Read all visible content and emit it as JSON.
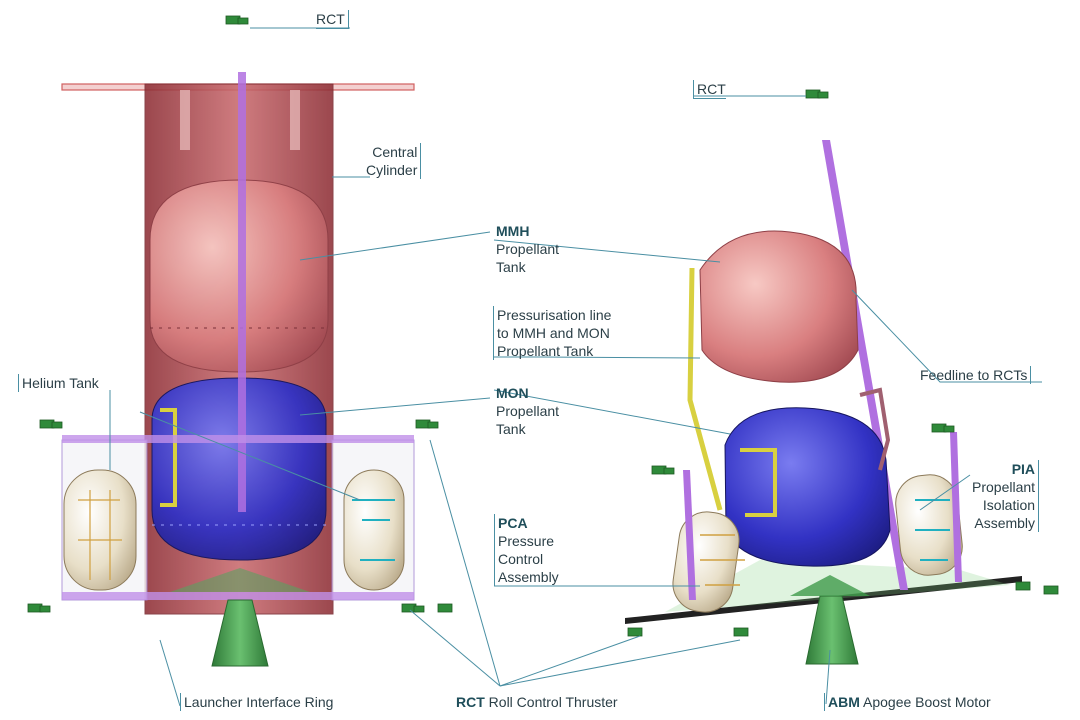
{
  "labels": {
    "rct_top_left": "RCT",
    "rct_top_right": "RCT",
    "central_cylinder": [
      "Central",
      "Cylinder"
    ],
    "mmh_tank": {
      "bold": "MMH",
      "lines": [
        "Propellant",
        "Tank"
      ]
    },
    "pressurisation_line": [
      "Pressurisation line",
      "to MMH and MON",
      "Propellant Tank"
    ],
    "mon_tank": {
      "bold": "MON",
      "lines": [
        "Propellant",
        "Tank"
      ]
    },
    "helium_tank": "Helium Tank",
    "feedline": "Feedline to RCTs",
    "pia": {
      "bold": "PIA",
      "lines": [
        "Propellant",
        "Isolation",
        "Assembly"
      ]
    },
    "pca": {
      "bold": "PCA",
      "lines": [
        "Pressure",
        "Control",
        "Assembly"
      ]
    },
    "launcher_ring": "Launcher Interface Ring",
    "rct_bottom": {
      "bold": "RCT",
      "text": "Roll Control Thruster"
    },
    "abm": {
      "bold": "ABM",
      "text": "Apogee Boost Motor"
    }
  },
  "colors": {
    "cylinder": "#b8525a",
    "mmh": "#e49a98",
    "mon": "#3838c8",
    "helium": "#e6ddc4",
    "strut": "#b06ae0",
    "nozzle": "#3f9a4a",
    "pipe_yellow": "#d8d040",
    "thruster": "#2f8a3a",
    "leader": "#4a8fa3"
  }
}
